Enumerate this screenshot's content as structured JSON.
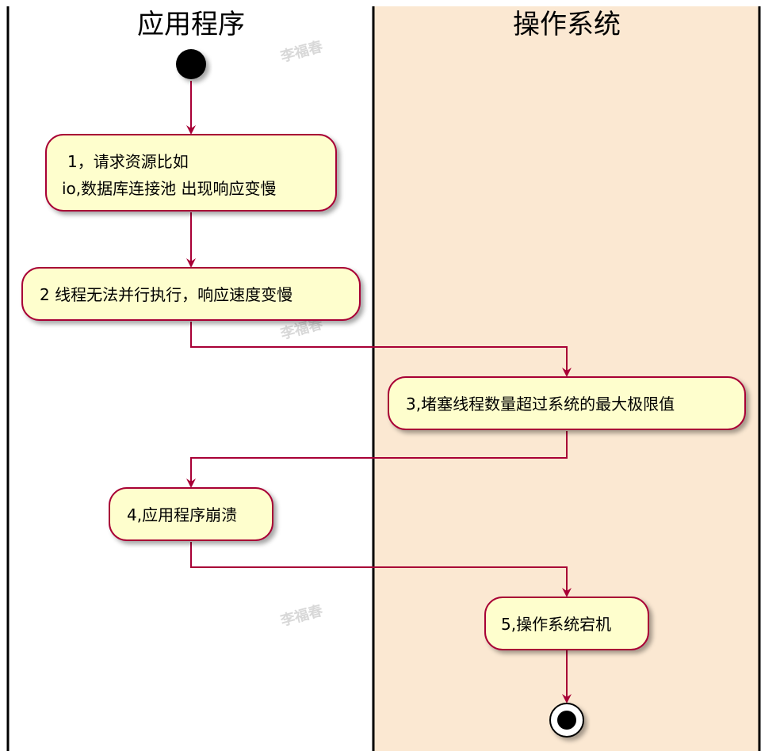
{
  "diagram": {
    "type": "activity-swimlane",
    "colors": {
      "lane2_bg": "#fbe8d2",
      "activity_fill": "#fefecd",
      "activity_stroke": "#a80036",
      "arrow": "#a80036",
      "lane_border": "#000000"
    },
    "lanes": [
      {
        "id": "app",
        "title": "应用程序"
      },
      {
        "id": "os",
        "title": "操作系统"
      }
    ],
    "activities": [
      {
        "id": "a1",
        "lane": "app",
        "lines": [
          "1，请求资源比如",
          "io,数据库连接池 出现响应变慢"
        ]
      },
      {
        "id": "a2",
        "lane": "app",
        "lines": [
          "2 线程无法并行执行，响应速度变慢"
        ]
      },
      {
        "id": "a3",
        "lane": "os",
        "lines": [
          "3,堵塞线程数量超过系统的最大极限值"
        ]
      },
      {
        "id": "a4",
        "lane": "app",
        "lines": [
          "4,应用程序崩溃"
        ]
      },
      {
        "id": "a5",
        "lane": "os",
        "lines": [
          "5,操作系统宕机"
        ]
      }
    ],
    "flow": [
      "start",
      "a1",
      "a2",
      "a3",
      "a4",
      "a5",
      "end"
    ],
    "watermark": "李福春"
  }
}
